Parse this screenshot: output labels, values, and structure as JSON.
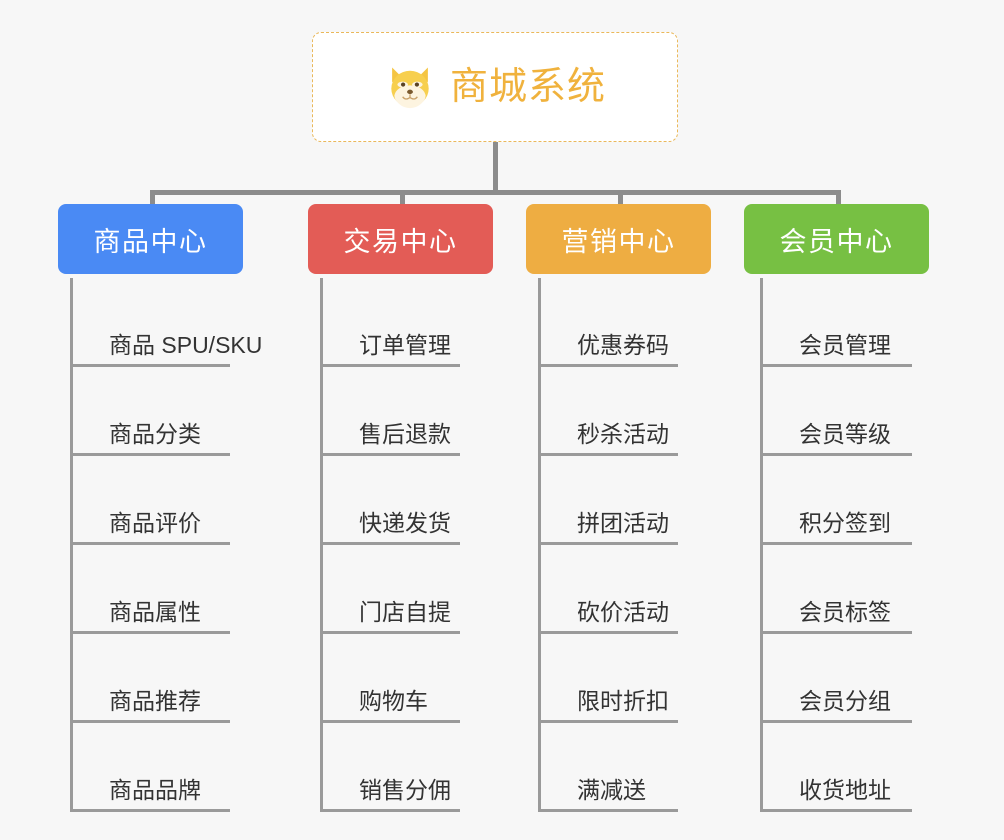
{
  "root": {
    "title": "商城系统",
    "icon": "shiba-dog-face-icon",
    "text_color": "#f0b23d",
    "border_color": "#eab85a",
    "background": "#ffffff"
  },
  "canvas": {
    "background": "#f7f7f7",
    "connector_color": "#8c8c8c"
  },
  "branches": [
    {
      "label": "商品中心",
      "color": "#4a8af4",
      "items": [
        "商品 SPU/SKU",
        "商品分类",
        "商品评价",
        "商品属性",
        "商品推荐",
        "商品品牌"
      ]
    },
    {
      "label": "交易中心",
      "color": "#e35c56",
      "items": [
        "订单管理",
        "售后退款",
        "快递发货",
        "门店自提",
        "购物车",
        "销售分佣"
      ]
    },
    {
      "label": "营销中心",
      "color": "#eead42",
      "items": [
        "优惠券码",
        "秒杀活动",
        "拼团活动",
        "砍价活动",
        "限时折扣",
        "满减送"
      ]
    },
    {
      "label": "会员中心",
      "color": "#77c council",
      "items": [
        "会员管理",
        "会员等级",
        "积分签到",
        "会员标签",
        "会员分组",
        "收货地址"
      ]
    }
  ]
}
